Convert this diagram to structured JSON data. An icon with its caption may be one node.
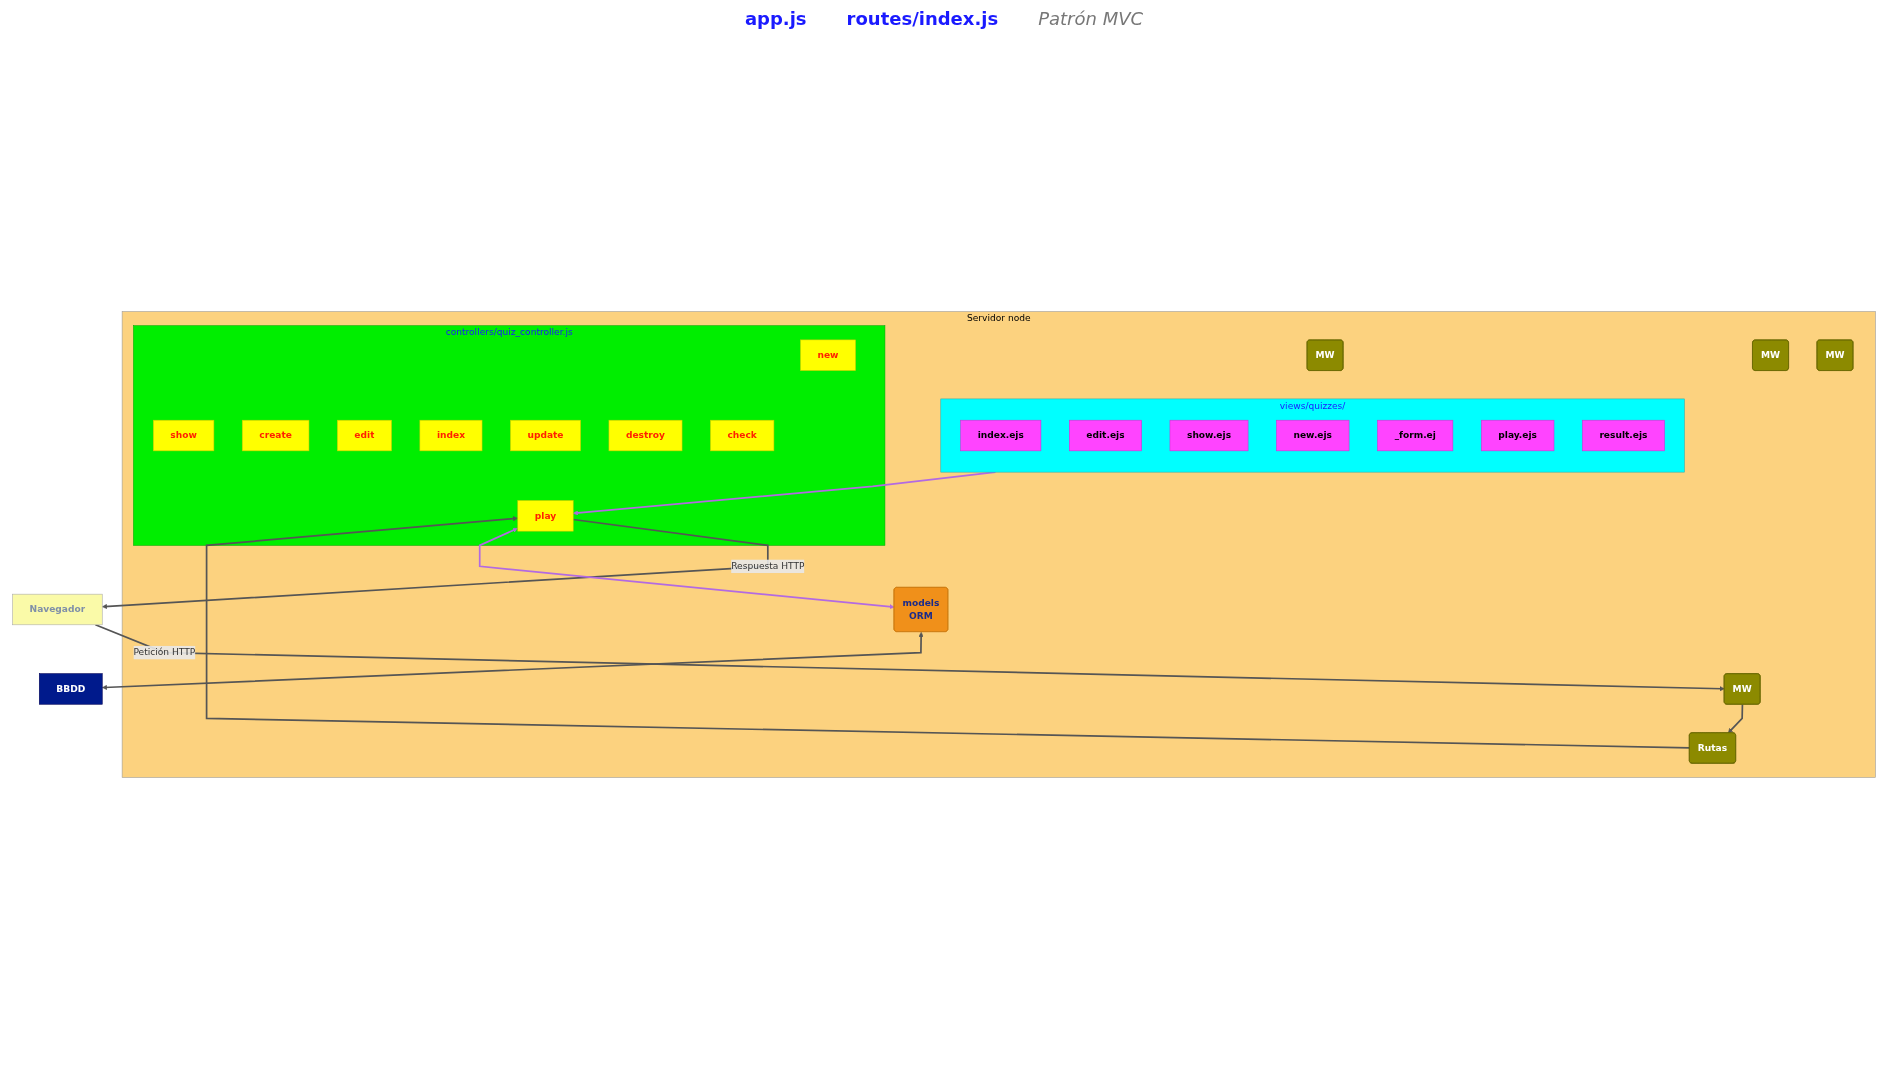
{
  "diagram": {
    "nodes": [
      {
        "text": [
          "Servidor node"
        ]
      },
      {
        "text": [
          "Navegador"
        ]
      },
      {
        "text": [
          "MW"
        ],
        "in": 0
      },
      {
        "text": [
          "MW"
        ],
        "in": 0
      },
      {
        "text": [
          "MW"
        ],
        "in": 0
      },
      {
        "text": [
          "MW"
        ],
        "in": 0
      },
      {
        "text": [
          "Rutas"
        ],
        "in": 0
      },
      {
        "text": [
          "controllers/quiz_controller.js"
        ],
        "in": 0
      },
      {
        "text": [
          "new"
        ],
        "in": 7
      },
      {
        "text": [
          "show"
        ],
        "in": 7
      },
      {
        "text": [
          "create"
        ],
        "in": 7
      },
      {
        "text": [
          "edit"
        ],
        "in": 7
      },
      {
        "text": [
          "index"
        ],
        "in": 7
      },
      {
        "text": [
          "update"
        ],
        "in": 7
      },
      {
        "text": [
          "destroy"
        ],
        "in": 7
      },
      {
        "text": [
          "play"
        ],
        "in": 7
      },
      {
        "text": [
          "check"
        ],
        "in": 7
      },
      {
        "text": [
          "views/quizzes/"
        ],
        "in": 0
      },
      {
        "text": [
          "index.ejs"
        ],
        "in": 17
      },
      {
        "text": [
          "edit.ejs"
        ],
        "in": 17
      },
      {
        "text": [
          "show.ejs"
        ],
        "in": 17
      },
      {
        "text": [
          "new.ejs"
        ],
        "in": 17
      },
      {
        "text": [
          "_form.ej"
        ],
        "in": 17
      },
      {
        "text": [
          "play.ejs"
        ],
        "in": 17
      },
      {
        "text": [
          "result.ejs"
        ],
        "in": 17
      },
      {
        "text": [
          "models",
          "ORM"
        ],
        "in": 0
      },
      {
        "text": [
          "BBDD"
        ]
      }
    ],
    "edges": [
      {
        "from": 1,
        "to": 2,
        "arrow": "to",
        "label": "Petición HTTP"
      },
      {
        "from": 2,
        "to": 6,
        "arrow": "to"
      },
      {
        "from": 6,
        "to": 15,
        "arrow": "to"
      },
      {
        "from": 15,
        "to": 1,
        "arrow": "to",
        "label": "Respuesta HTTP"
      },
      {
        "from": 17,
        "to": 15,
        "arrow": "to",
        "color": "#b36ae2"
      },
      {
        "from": 15,
        "to": 25,
        "arrow": "both",
        "color": "#b36ae2"
      },
      {
        "from": 25,
        "to": 26,
        "arrow": "both"
      }
    ],
    "labels": [
      "app.js",
      "routes/index.js",
      "Patrón MVC"
    ]
  }
}
